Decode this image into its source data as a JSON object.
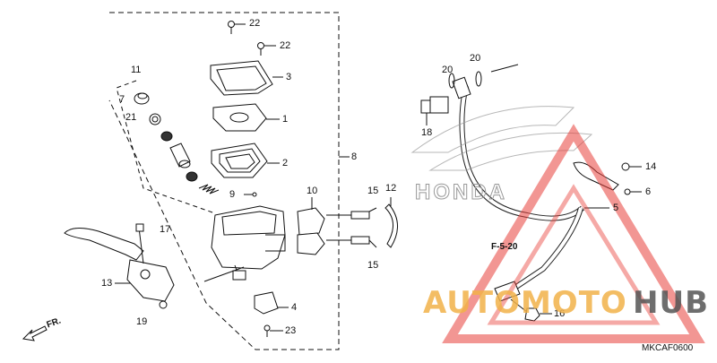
{
  "diagram": {
    "code": "MKCAF0600",
    "front_label": "FR.",
    "ref_label": "F-5-20",
    "brand_text": "HONDA",
    "callouts": {
      "c22a": "22",
      "c22b": "22",
      "c3": "3",
      "c1": "1",
      "c2": "2",
      "c8": "8",
      "c11": "11",
      "c7": "7",
      "c21": "21",
      "c9": "9",
      "c10": "10",
      "c15a": "15",
      "c15b": "15",
      "c12": "12",
      "c17": "17",
      "c13": "13",
      "c19": "19",
      "c4": "4",
      "c23": "23",
      "c20a": "20",
      "c20b": "20",
      "c18": "18",
      "c14": "14",
      "c6": "6",
      "c5": "5",
      "c16": "16"
    }
  },
  "watermark": {
    "part1": "AUTOMOTO",
    "part2": "HUB",
    "color1": "#f2b24a",
    "color2": "#555555",
    "triangle_color": "#e8403a"
  }
}
